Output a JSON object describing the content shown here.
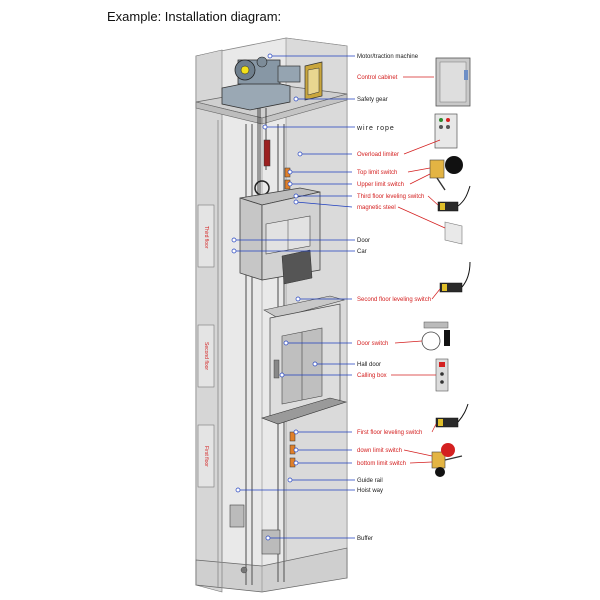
{
  "title": "Example: Installation diagram:",
  "colors": {
    "shaft_light": "#ececec",
    "shaft_mid": "#dcdcdc",
    "shaft_dark": "#c8c8c8",
    "outline": "#555555",
    "black_label": "#1a1a1a",
    "red_label": "#d42020",
    "leader_blue": "#1f3fbf",
    "leader_red": "#d42020"
  },
  "labels": [
    {
      "key": "motor",
      "text": "Motor/traction machine",
      "color": "black"
    },
    {
      "key": "control",
      "text": "Control cabinet",
      "color": "red"
    },
    {
      "key": "safety",
      "text": "Safety gear",
      "color": "black"
    },
    {
      "key": "wire",
      "text": "wire rope",
      "color": "black"
    },
    {
      "key": "overload",
      "text": "Overload limiter",
      "color": "red"
    },
    {
      "key": "toplimit",
      "text": "Top limit switch",
      "color": "red"
    },
    {
      "key": "upperlimit",
      "text": "Upper limit switch",
      "color": "red"
    },
    {
      "key": "third",
      "text": "Third floor leveling switch",
      "color": "red"
    },
    {
      "key": "magnetic",
      "text": "magnetic steel",
      "color": "red"
    },
    {
      "key": "door",
      "text": "Door",
      "color": "black"
    },
    {
      "key": "car",
      "text": "Car",
      "color": "black"
    },
    {
      "key": "second",
      "text": "Second floor leveling switch",
      "color": "red"
    },
    {
      "key": "doorswitch",
      "text": "Door switch",
      "color": "red"
    },
    {
      "key": "halldoor",
      "text": "Hall door",
      "color": "black"
    },
    {
      "key": "calling",
      "text": "Calling box",
      "color": "red"
    },
    {
      "key": "first",
      "text": "First floor leveling switch",
      "color": "red"
    },
    {
      "key": "downlimit",
      "text": "down limit switch",
      "color": "red"
    },
    {
      "key": "bottomlimit",
      "text": "bottom limit switch",
      "color": "red"
    },
    {
      "key": "guiderail",
      "text": "Guide rail",
      "color": "black"
    },
    {
      "key": "hoistway",
      "text": "Hoist way",
      "color": "black"
    },
    {
      "key": "buffer",
      "text": "Buffer",
      "color": "black"
    }
  ],
  "floor_labels": [
    "Third floor",
    "Second floor",
    "First floor"
  ]
}
